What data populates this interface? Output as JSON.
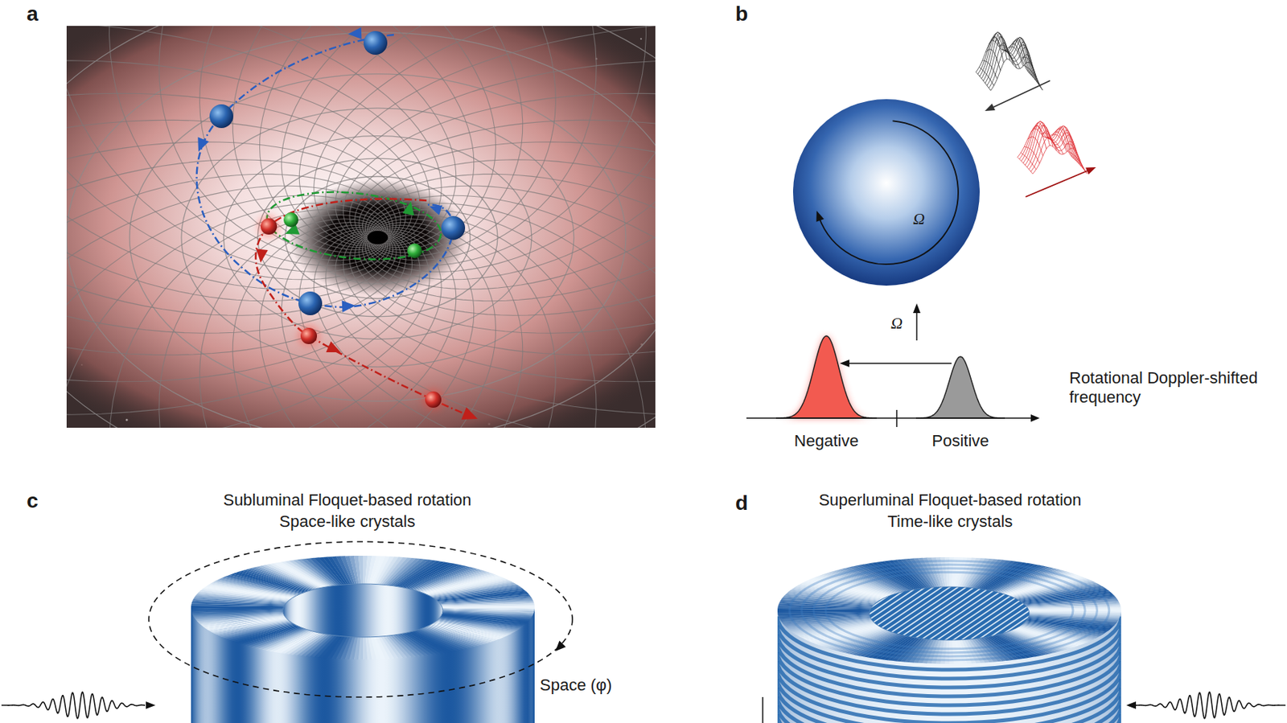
{
  "diagram": {
    "nodes": [
      {
        "text": [
          "Ω"
        ]
      }
    ],
    "labels": [
      "a",
      "b",
      "Ω",
      "Rotational Doppler-shifted frequency",
      "Negative",
      "Positive",
      "c",
      "Subluminal Floquet-based rotation",
      "Space-like crystals",
      "Space (φ)",
      "d",
      "Superluminal Floquet-based rotation",
      "Time-like crystals"
    ]
  }
}
